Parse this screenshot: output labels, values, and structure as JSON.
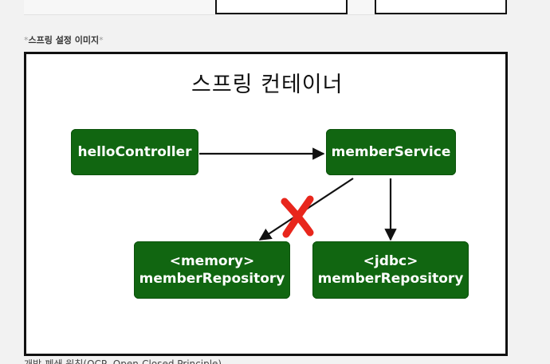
{
  "caption": {
    "prefix": "*",
    "text": "스프링 설정 이미지",
    "suffix": "*"
  },
  "container_title": "스프링 컨테이너",
  "nodes": {
    "hello_controller": {
      "lines": [
        "helloController"
      ]
    },
    "member_service": {
      "lines": [
        "memberService"
      ]
    },
    "memory_repository": {
      "lines": [
        "<memory>",
        "memberRepository"
      ]
    },
    "jdbc_repository": {
      "lines": [
        "<jdbc>",
        "memberRepository"
      ]
    }
  },
  "edges": [
    {
      "from": "helloController",
      "to": "memberService",
      "status": "active"
    },
    {
      "from": "memberService",
      "to": "<memory> memberRepository",
      "status": "removed"
    },
    {
      "from": "memberService",
      "to": "<jdbc> memberRepository",
      "status": "active"
    }
  ],
  "colors": {
    "node_fill": "#116611",
    "node_text": "#ffffff",
    "cross_mark": "#e8261c",
    "arrow": "#111111"
  },
  "footer_text": "개방-폐쇄 원칙(OCP, Open-Closed Principle)"
}
